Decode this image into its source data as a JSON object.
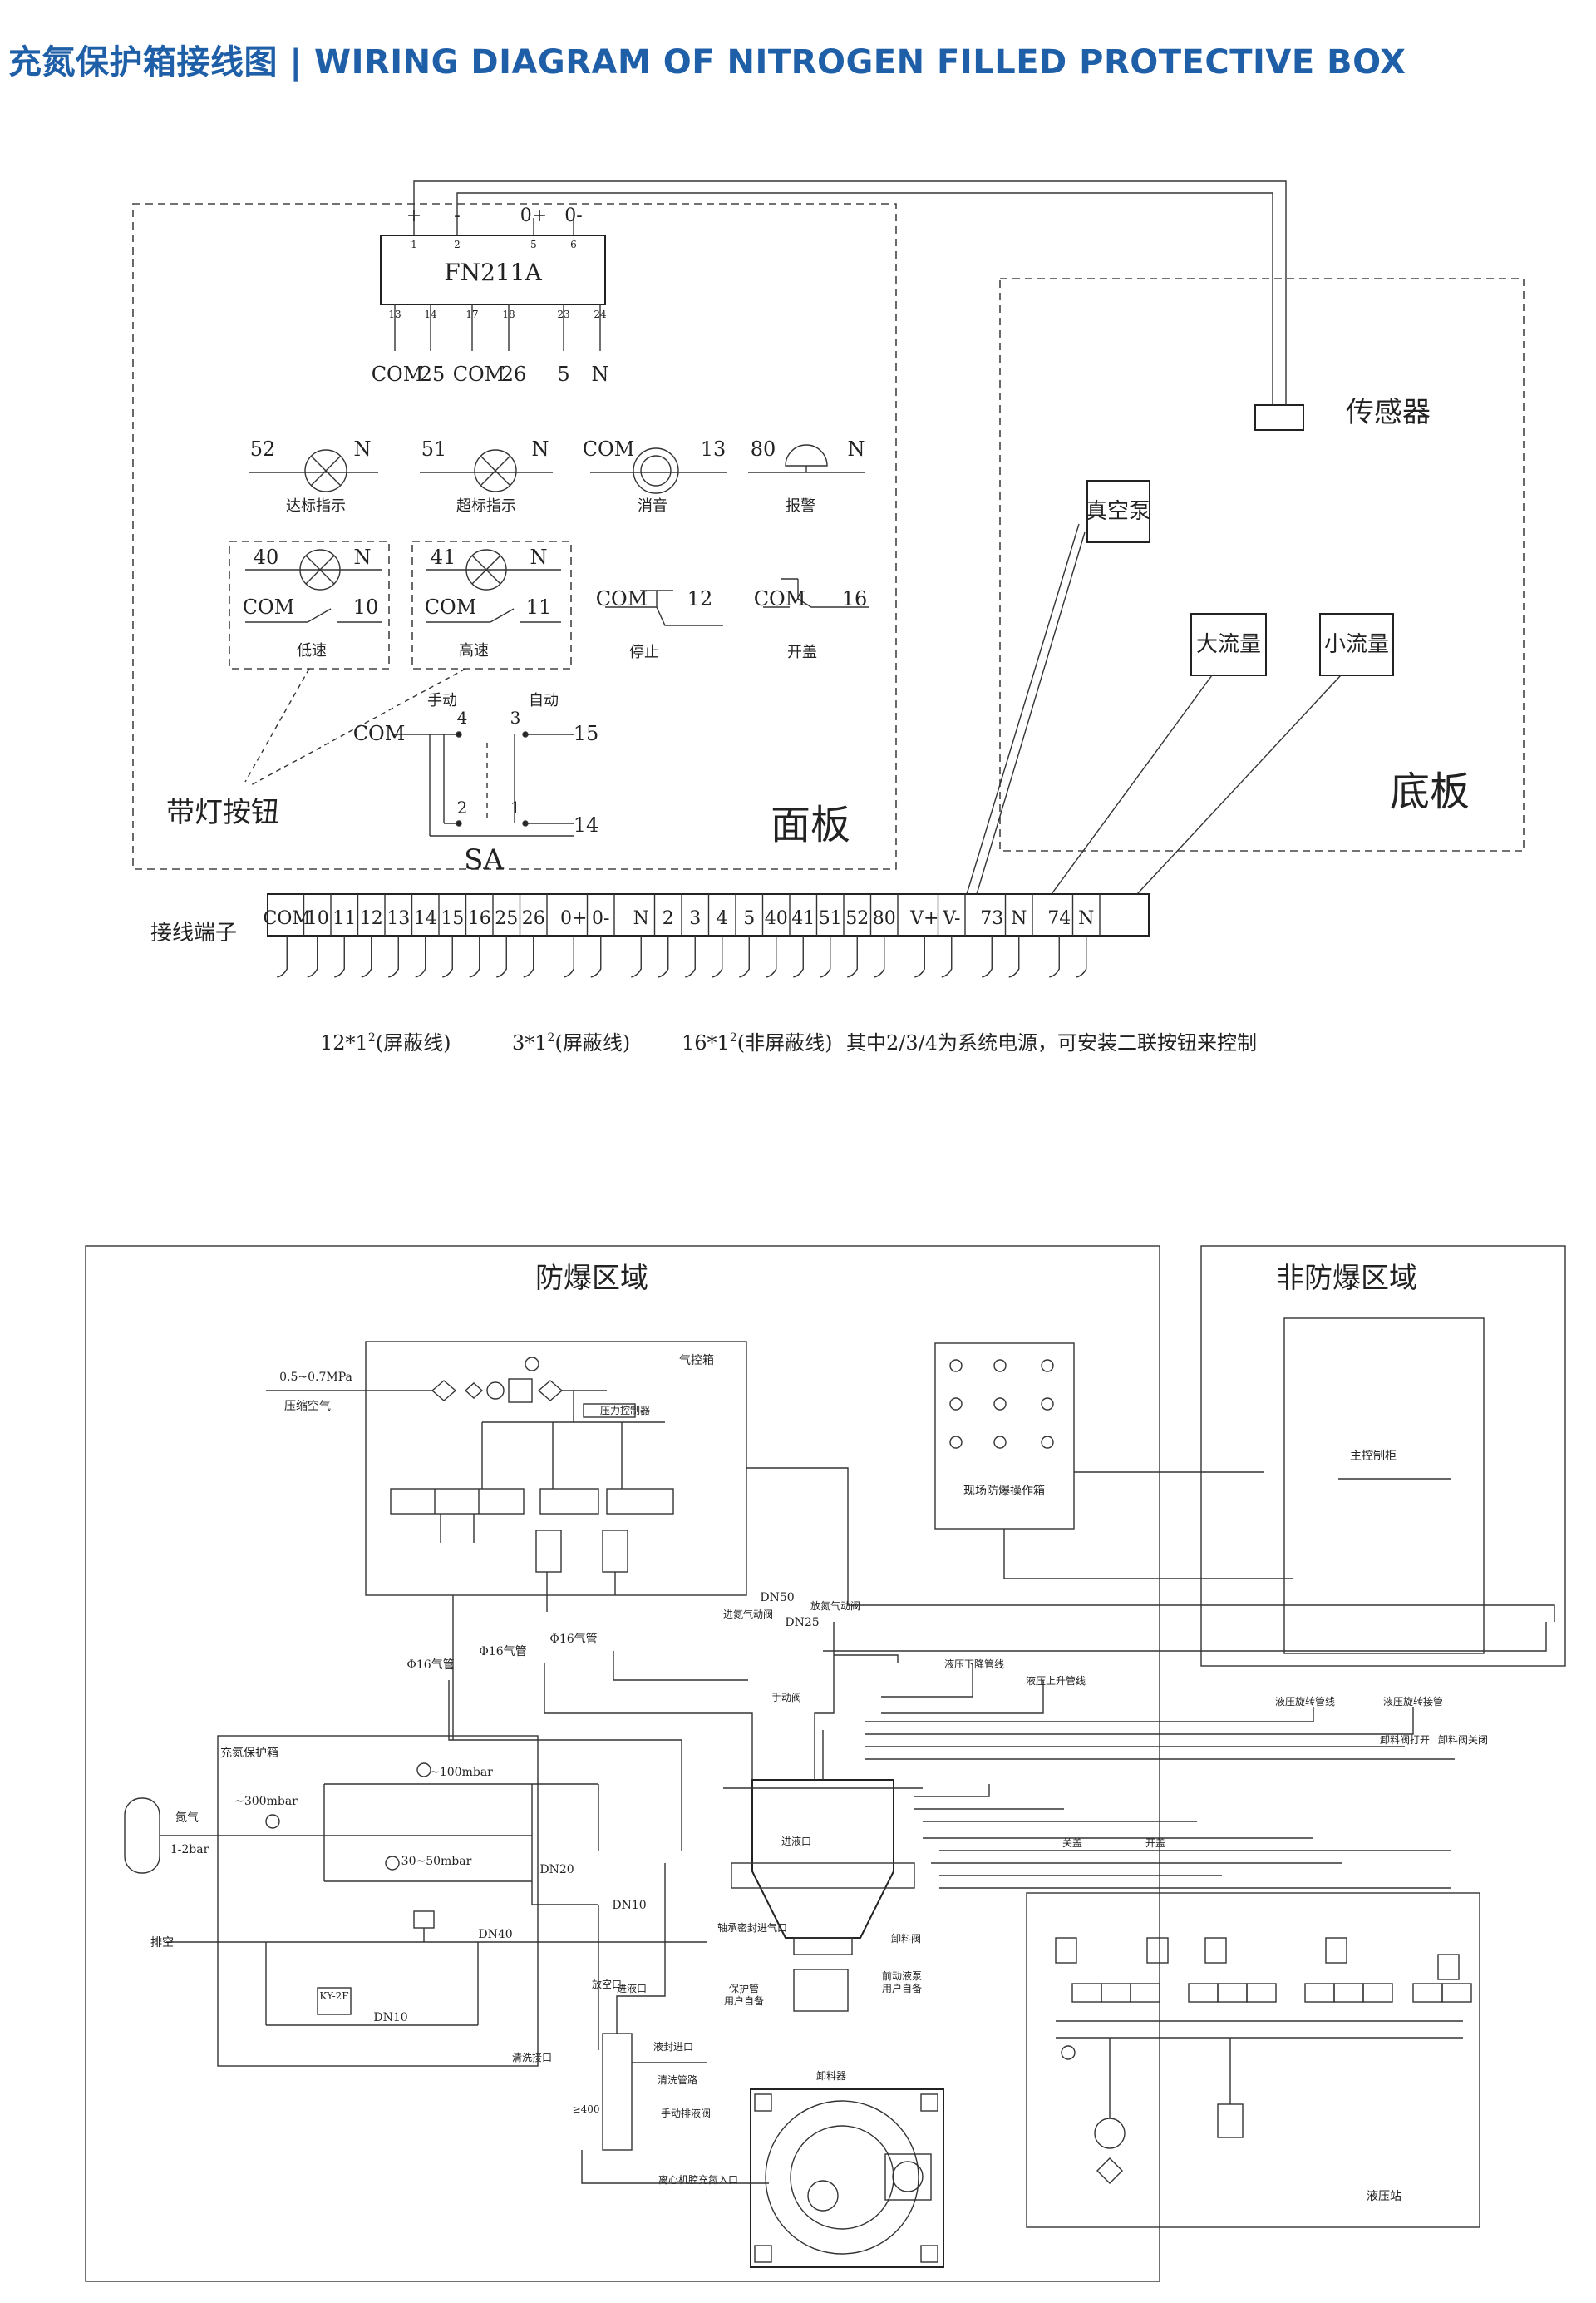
{
  "title": "充氮保护箱接线图 | WIRING DIAGRAM OF NITROGEN FILLED PROTECTIVE BOX",
  "wiring": {
    "controller": {
      "model": "FN211A",
      "top_terminals": [
        "+",
        "-",
        "0+",
        "0-"
      ],
      "top_numbers": [
        "1",
        "2",
        "5",
        "6"
      ],
      "bottom_numbers": [
        "13",
        "14",
        "17",
        "18",
        "23",
        "24"
      ],
      "outputs": [
        "COM",
        "25",
        "COM",
        "26",
        "5",
        "N"
      ]
    },
    "lamps": [
      {
        "left": "52",
        "right": "N",
        "label": "达标指示"
      },
      {
        "left": "51",
        "right": "N",
        "label": "超标指示"
      },
      {
        "left": "COM",
        "right": "13",
        "label": "消音"
      },
      {
        "left": "80",
        "right": "N",
        "label": "报警"
      }
    ],
    "lit_buttons": [
      {
        "lamp_left": "40",
        "lamp_right": "N",
        "sw_left": "COM",
        "sw_right": "10",
        "label": "低速"
      },
      {
        "lamp_left": "41",
        "lamp_right": "N",
        "sw_left": "COM",
        "sw_right": "11",
        "label": "高速"
      }
    ],
    "buttons": [
      {
        "left": "COM",
        "right": "12",
        "label": "停止"
      },
      {
        "left": "COM",
        "right": "16",
        "label": "开盖"
      }
    ],
    "selector": {
      "manual": "手动",
      "auto": "自动",
      "com": "COM",
      "contacts": [
        "4",
        "3",
        "2",
        "1"
      ],
      "outputs": [
        "15",
        "14"
      ],
      "name": "SA"
    },
    "lit_button_note": "带灯按钮",
    "panel_label": "面板",
    "base_label": "底板",
    "sensor_label": "传感器",
    "vacuum_label": "真空泵",
    "big_flow_label": "大流量",
    "small_flow_label": "小流量",
    "terminal_strip_label": "接线端子",
    "terminals": [
      "COM",
      "10",
      "11",
      "12",
      "13",
      "14",
      "15",
      "16",
      "25",
      "26",
      "0+",
      "0-",
      "N",
      "2",
      "3",
      "4",
      "5",
      "40",
      "41",
      "51",
      "52",
      "80",
      "V+",
      "V-",
      "73",
      "N",
      "74",
      "N"
    ],
    "cables": [
      {
        "prefix": "12*1",
        "sup": "2",
        "suffix": "(屏蔽线)"
      },
      {
        "prefix": "3*1",
        "sup": "2",
        "suffix": "(屏蔽线)"
      },
      {
        "prefix": "16*1",
        "sup": "2",
        "suffix": "(非屏蔽线)"
      }
    ],
    "cable_note": "其中2/3/4为系统电源，可安装二联按钮来控制"
  },
  "pid": {
    "ex_zone": "防爆区域",
    "non_ex_zone": "非防爆区域",
    "gas_box": "气控箱",
    "pressure_in": "0.5~0.7MPa",
    "compressed_air": "压缩空气",
    "pressure_switch": "压力控制器",
    "field_panel": "现场防爆操作箱",
    "main_cabinet": "主控制柜",
    "pipe_labels": [
      "Φ16气管",
      "Φ16气管",
      "Φ16气管"
    ],
    "nitrogen_box": "充氮保护箱",
    "nitrogen": "氮气",
    "nitrogen_pressure": "1-2bar",
    "p300": "~300mbar",
    "p100": "~100mbar",
    "p3050": "30~50mbar",
    "exhaust": "排空",
    "dn20": "DN20",
    "dn40": "DN40",
    "dn10a": "DN10",
    "dn10b": "DN10",
    "dn50": "DN50",
    "dn25": "DN25",
    "kyft": "KY-2F",
    "inlet_valve": "进氮气动阀",
    "exhaust_valve": "放氮气动阀",
    "manual_valve": "手动阀",
    "hydraulic_station": "液压站",
    "filter_in": "进液口",
    "discharger": "卸料器",
    "hydraulic_labels": [
      "液压下降管线",
      "液压上升管线",
      "液压旋转管线",
      "液压旋转接管",
      "卸料阀打开",
      "卸料阀关闭"
    ],
    "motor_open": "关盖",
    "motor_close": "开盖",
    "small_labels": [
      "进液口",
      "轴承密封进气口",
      "卸料阀",
      "保护管",
      "用户自备",
      "前动液泵",
      "用户自备",
      "液封进口",
      "清洗管路",
      "手动排液阀",
      "清洗接口",
      "离心机腔充氮入口",
      "放空口"
    ],
    "dim": "≥400"
  },
  "colors": {
    "title": "#1f5fa8",
    "line": "#222222"
  }
}
